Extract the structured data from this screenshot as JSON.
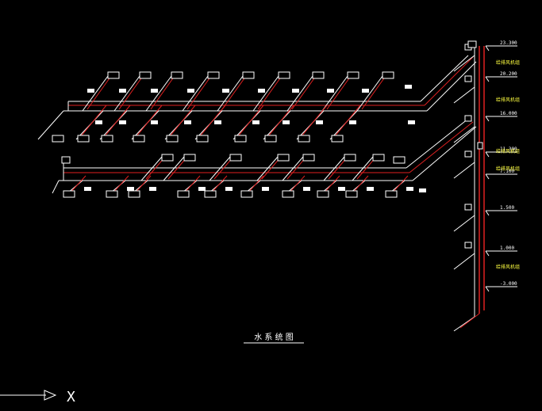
{
  "drawing": {
    "title": "水 系 统 图",
    "axis_label": "X",
    "colors": {
      "background": "#000000",
      "line_white": "#ffffff",
      "line_red": "#e02020",
      "line_green": "#40c040",
      "label_yellow": "#ffff40"
    }
  },
  "riser": {
    "elevations": [
      {
        "label": "23.300"
      },
      {
        "label": "20.200"
      },
      {
        "label": "16.000"
      },
      {
        "label": "11.300"
      },
      {
        "label": "7.100"
      },
      {
        "label": "1.500"
      },
      {
        "label": "1.000"
      },
      {
        "label": "-3.000"
      }
    ],
    "equipment_labels": [
      {
        "label": "给排风机组"
      },
      {
        "label": "给排风机组"
      },
      {
        "label": "给排风机组"
      },
      {
        "label": "给排风机组"
      },
      {
        "label": "给排风机组"
      }
    ]
  }
}
